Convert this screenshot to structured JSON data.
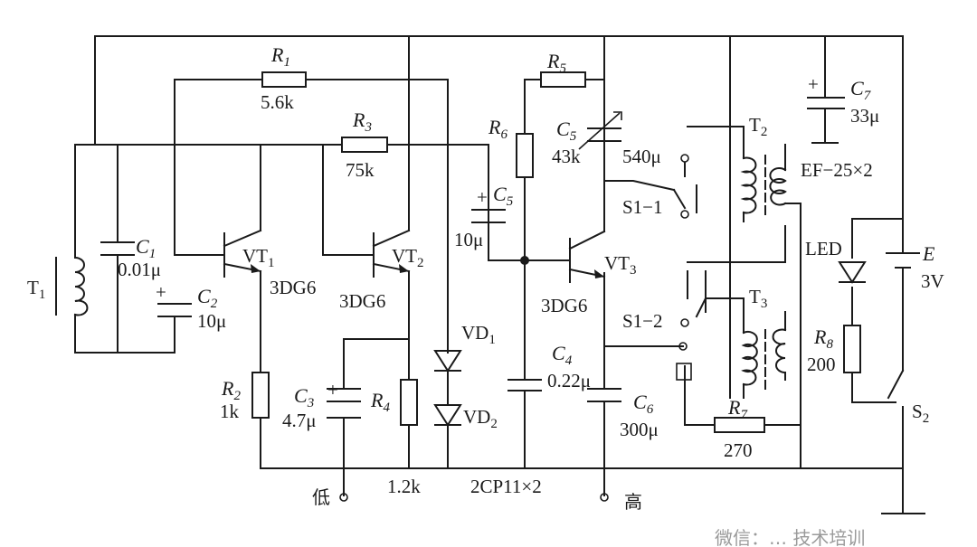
{
  "components": {
    "R1": {
      "ref": "R",
      "sub": "1",
      "value": "5.6k"
    },
    "R2": {
      "ref": "R",
      "sub": "2",
      "value": "1k"
    },
    "R3": {
      "ref": "R",
      "sub": "3",
      "value": "75k"
    },
    "R4": {
      "ref": "R",
      "sub": "4",
      "value": "1.2k"
    },
    "R5": {
      "ref": "R",
      "sub": "5"
    },
    "R6": {
      "ref": "R",
      "sub": "6"
    },
    "R7": {
      "ref": "R",
      "sub": "7",
      "value": "270"
    },
    "R8": {
      "ref": "R",
      "sub": "8",
      "value": "200"
    },
    "C1": {
      "ref": "C",
      "sub": "1",
      "value": "0.01μ"
    },
    "C2": {
      "ref": "C",
      "sub": "2",
      "value": "10μ"
    },
    "C3": {
      "ref": "C",
      "sub": "3",
      "value": "4.7μ"
    },
    "C4": {
      "ref": "C",
      "sub": "4",
      "value": "0.22μ"
    },
    "C5a": {
      "ref": "C",
      "sub": "5",
      "value": "10μ"
    },
    "C5b": {
      "ref": "C",
      "sub": "5",
      "value": "43k"
    },
    "C6": {
      "ref": "C",
      "sub": "6",
      "value": "300μ"
    },
    "C7": {
      "ref": "C",
      "sub": "7",
      "value": "33μ"
    },
    "VT1": {
      "ref": "VT",
      "sub": "1",
      "type": "3DG6"
    },
    "VT2": {
      "ref": "VT",
      "sub": "2",
      "type": "3DG6"
    },
    "VT3": {
      "ref": "VT",
      "sub": "3",
      "type": "3DG6"
    },
    "VD1": {
      "ref": "VD",
      "sub": "1"
    },
    "VD2": {
      "ref": "VD",
      "sub": "2"
    },
    "diode_part": "2CP11×2",
    "T1": {
      "ref": "T",
      "sub": "1"
    },
    "T2": {
      "ref": "T",
      "sub": "2",
      "core": "EF−25×2"
    },
    "T3": {
      "ref": "T",
      "sub": "3"
    },
    "S1_1": "S1−1",
    "S1_2": "S1−2",
    "S1_1_tap": "540μ",
    "S2": {
      "ref": "S",
      "sub": "2"
    },
    "LED": "LED",
    "E": {
      "ref": "E",
      "value": "3V"
    },
    "low_terminal": "低",
    "high_terminal": "高",
    "plus_sign": "+"
  },
  "watermark": "微信：… 技术培训"
}
